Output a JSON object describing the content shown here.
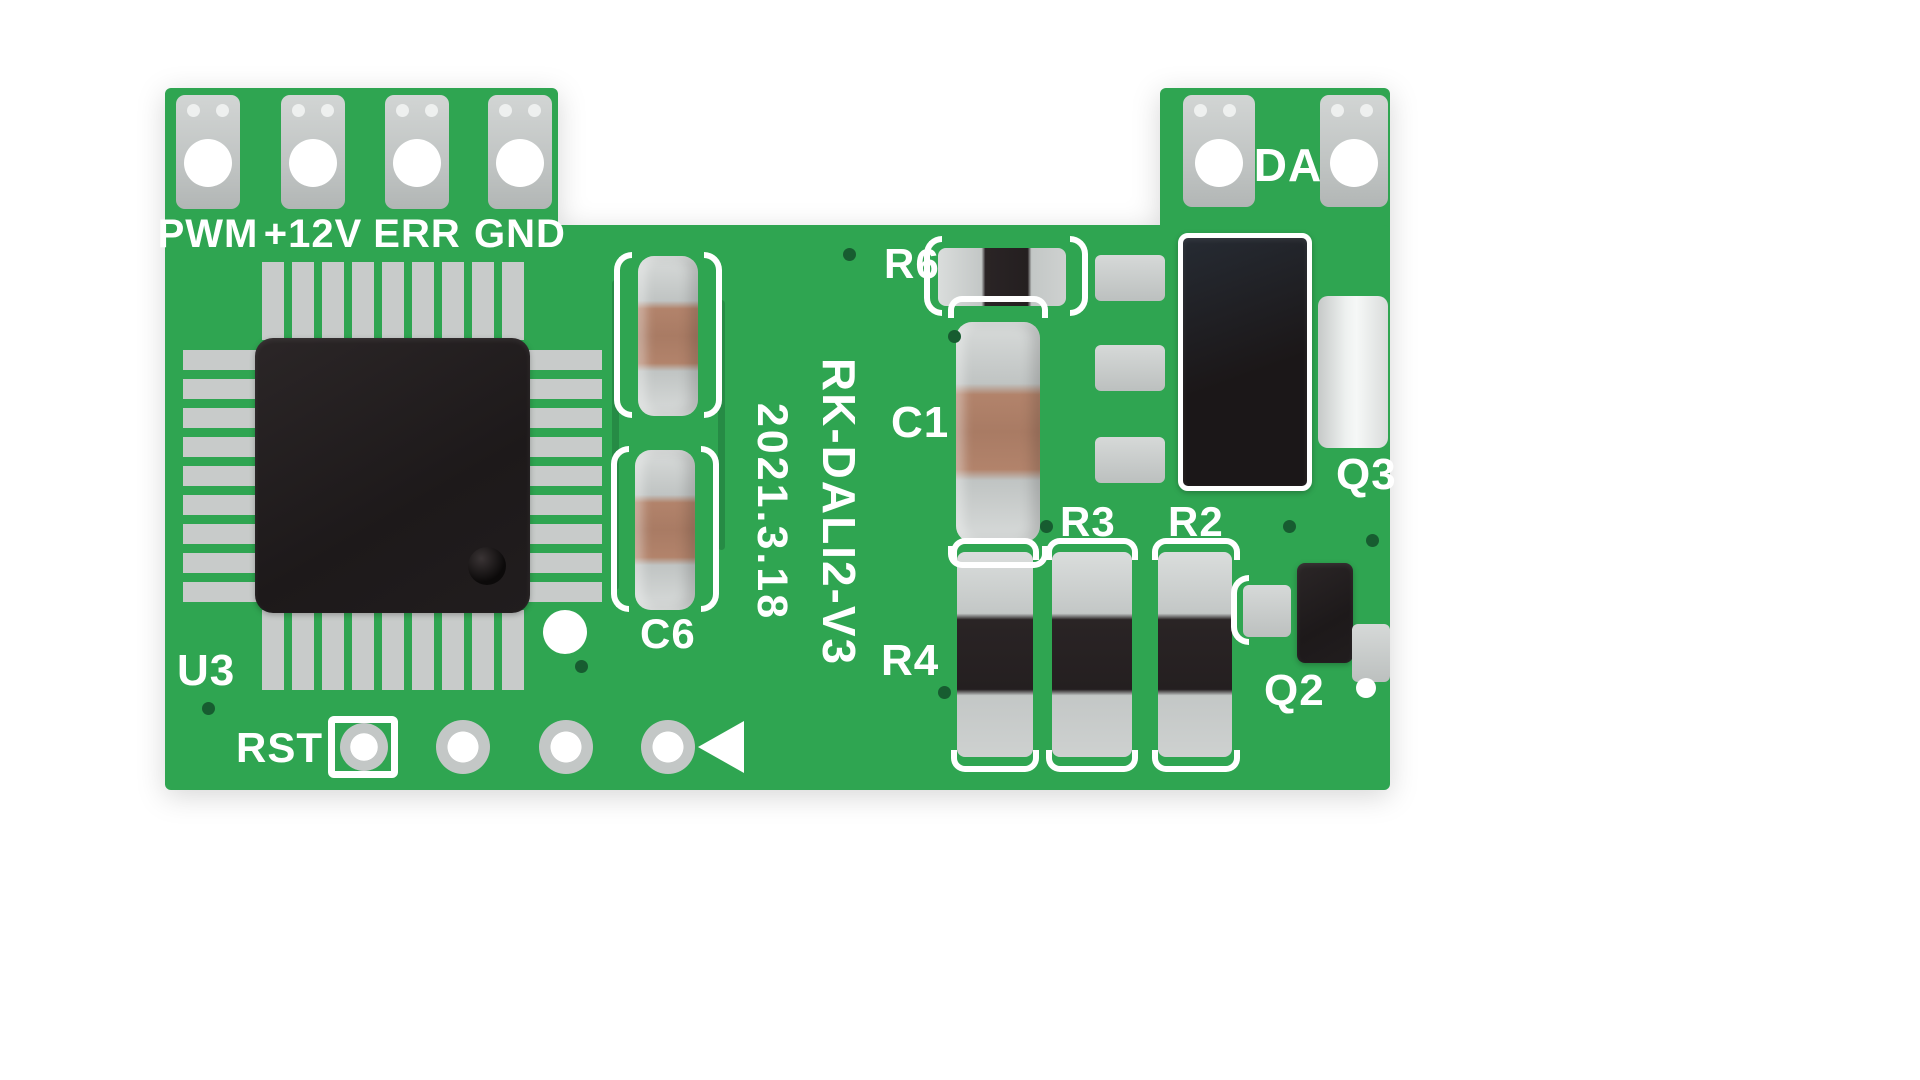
{
  "board": {
    "silkscreen_name": "RK-DALI2-V3",
    "silkscreen_date": "2021.3.18",
    "colors": {
      "pcb": "#2FA551",
      "pcb_dark": "#175C30",
      "silk": "#FFFFFF",
      "pad": "#C8CBCA",
      "chip": "#221D1E",
      "cap": "#B2836B",
      "background": "#FFFFFF"
    },
    "connectors_left": [
      {
        "label": "PWM"
      },
      {
        "label": "+12V"
      },
      {
        "label": "ERR"
      },
      {
        "label": "GND"
      }
    ],
    "connector_right": {
      "label": "DA"
    },
    "components": {
      "u3": {
        "label": "U3"
      },
      "rst": {
        "label": "RST"
      },
      "c6": {
        "label": "C6"
      },
      "r6": {
        "label": "R6"
      },
      "c1": {
        "label": "C1"
      },
      "q3": {
        "label": "Q3"
      },
      "r3": {
        "label": "R3"
      },
      "r2": {
        "label": "R2"
      },
      "r4": {
        "label": "R4"
      },
      "q2": {
        "label": "Q2"
      }
    }
  }
}
